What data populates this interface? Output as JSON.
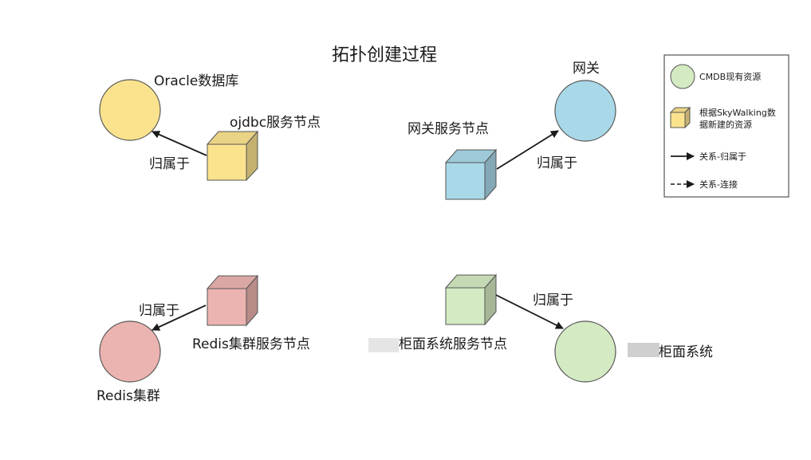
{
  "title": "拓扑创建过程",
  "groups": [
    {
      "id": "oracle",
      "circle_label": "Oracle数据库",
      "cube_label": "ojdbc服务节点",
      "edge_label": "归属于",
      "circle_color": "#fbe38e",
      "cube_color": "#fbe38e"
    },
    {
      "id": "gateway",
      "circle_label": "网关",
      "cube_label": "网关服务节点",
      "edge_label": "归属于",
      "circle_color": "#a9d8e8",
      "cube_color": "#a9d8e8"
    },
    {
      "id": "redis",
      "circle_label": "Redis集群",
      "cube_label": "Redis集群服务节点",
      "edge_label": "归属于",
      "circle_color": "#ebb4b0",
      "cube_color": "#ebb4b0"
    },
    {
      "id": "counter",
      "circle_label": "柜面系统",
      "cube_label": "柜面系统服务节点",
      "edge_label": "归属于",
      "circle_color": "#d4eac2",
      "cube_color": "#d4eac2"
    }
  ],
  "legend": {
    "items": [
      {
        "shape": "circle",
        "label": "CMDB现有资源",
        "color": "#d4eac2"
      },
      {
        "shape": "cube",
        "label_lines": [
          "根据SkyWalking数",
          "据新建的资源"
        ],
        "color": "#fbe38e"
      },
      {
        "shape": "solid-arrow",
        "label": "关系-归属于"
      },
      {
        "shape": "dashed-arrow",
        "label": "关系-连接"
      }
    ]
  }
}
